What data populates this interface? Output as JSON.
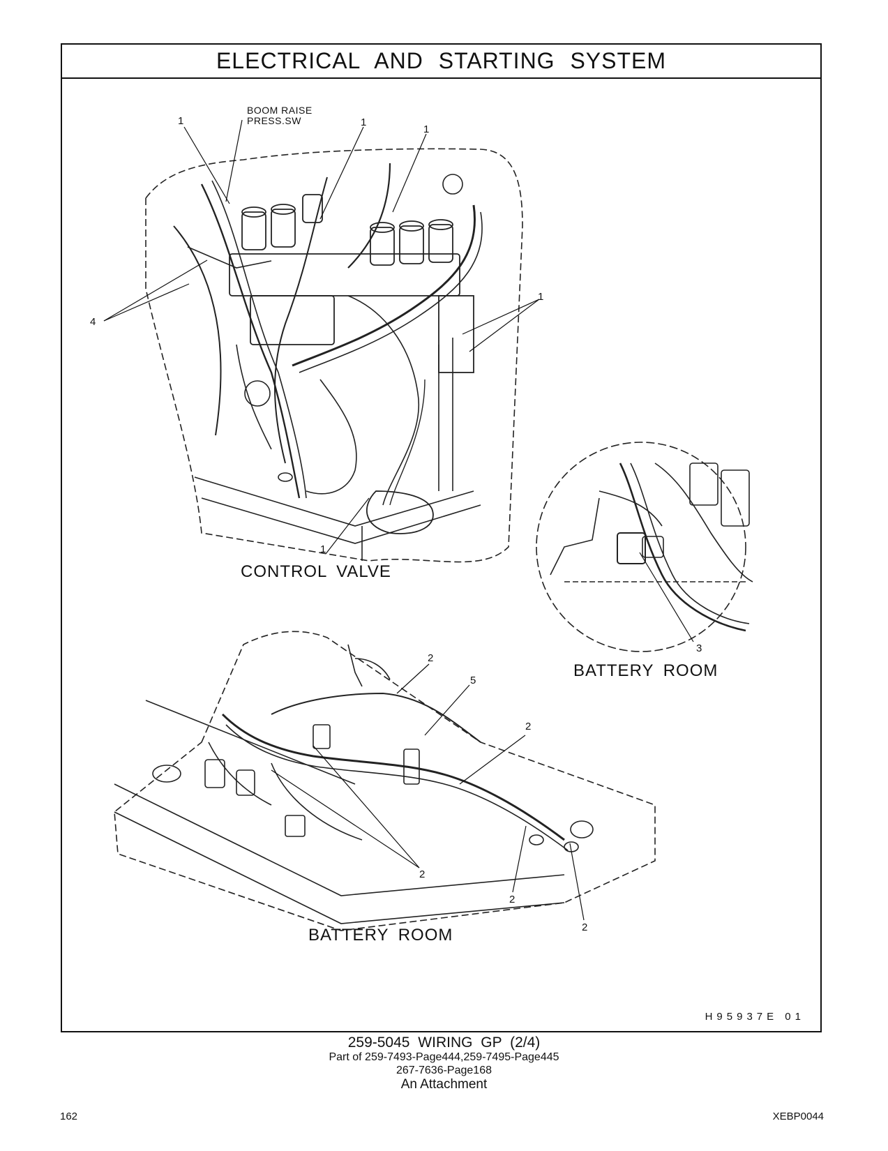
{
  "header": {
    "title": "ELECTRICAL AND STARTING SYSTEM"
  },
  "views": {
    "control_valve": {
      "caption": "CONTROL VALVE",
      "note": "BOOM RAISE\nPRESS.SW",
      "note_line1": "BOOM RAISE",
      "note_line2": "PRESS.SW",
      "callouts": [
        "1",
        "1",
        "1",
        "1",
        "4",
        "1"
      ]
    },
    "battery_room_detail": {
      "caption": "BATTERY ROOM",
      "callouts": [
        "3"
      ]
    },
    "battery_room": {
      "caption": "BATTERY ROOM",
      "callouts": [
        "2",
        "5",
        "2",
        "2",
        "2",
        "2"
      ]
    }
  },
  "drawing_id": "H95937E 01",
  "footer": {
    "part_title": "259-5045 WIRING GP (2/4)",
    "part_of_line1": "Part of 259-7493-Page444,259-7495-Page445",
    "part_of_line2": "267-7636-Page168",
    "attachment": "An Attachment"
  },
  "page_number": "162",
  "doc_code": "XEBP0044"
}
